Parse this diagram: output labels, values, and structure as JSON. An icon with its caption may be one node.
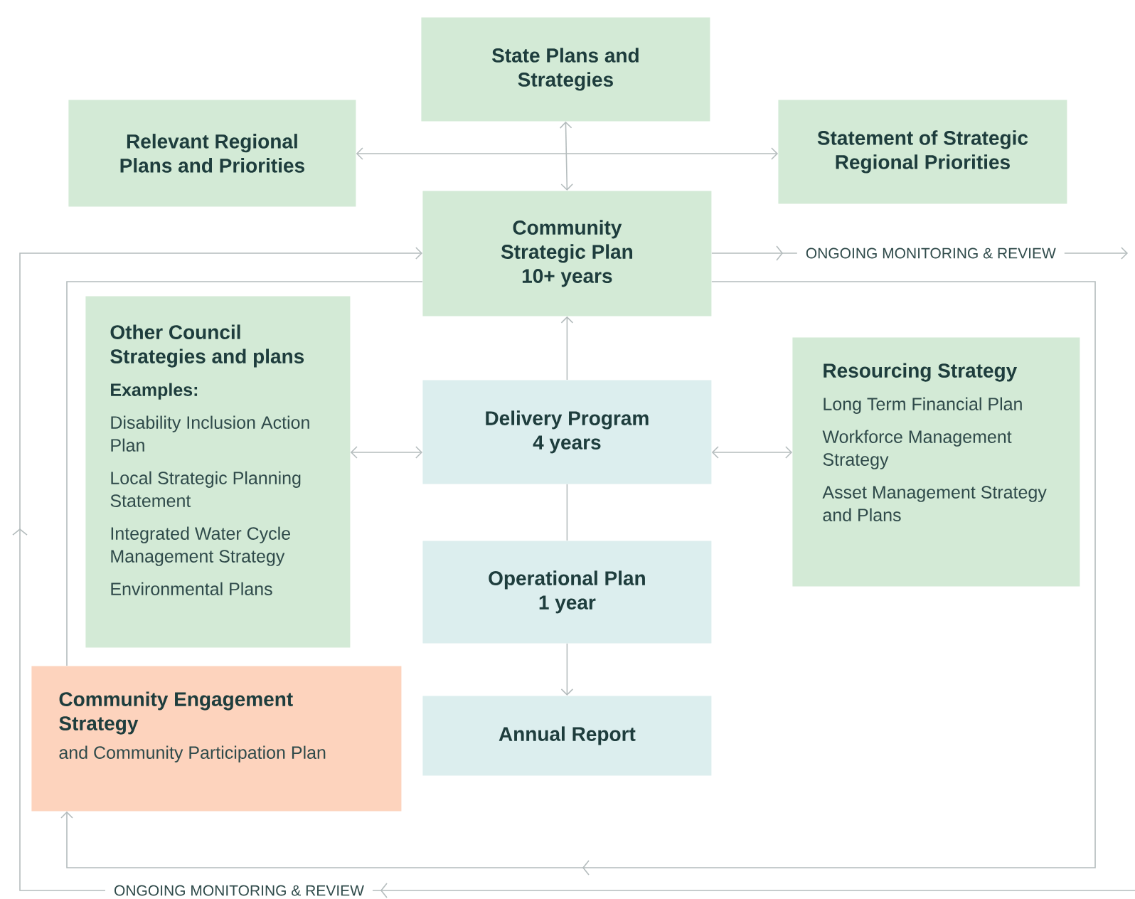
{
  "diagram": {
    "nodes": [
      {
        "text": [
          "State Plans and Strategies"
        ]
      },
      {
        "text": [
          "Relevant Regional Plans and Priorities"
        ]
      },
      {
        "text": [
          "Statement of Strategic Regional Priorities"
        ]
      },
      {
        "text": [
          "Community Strategic Plan",
          "10+ years"
        ]
      },
      {
        "text": [
          "Other Council Strategies and plans",
          "Examples:",
          "Disability Inclusion Action Plan",
          "Local Strategic Planning Statement",
          "Integrated Water Cycle Management Strategy",
          "Environmental Plans"
        ]
      },
      {
        "text": [
          "Delivery Program",
          "4 years"
        ]
      },
      {
        "text": [
          "Resourcing Strategy",
          "Long Term Financial Plan",
          "Workforce Management Strategy",
          "Asset Management Strategy and Plans"
        ]
      },
      {
        "text": [
          "Operational Plan",
          "1 year"
        ]
      },
      {
        "text": [
          "Annual Report"
        ]
      },
      {
        "text": [
          "Community Engagement Strategy",
          "and Community Participation Plan"
        ]
      }
    ],
    "edges": [
      {
        "from": 0,
        "to": 3,
        "arrow": "both"
      },
      {
        "from": 1,
        "to": 2,
        "arrow": "both"
      },
      {
        "from": 5,
        "to": 3,
        "arrow": "to"
      },
      {
        "from": 4,
        "to": 5,
        "arrow": "both"
      },
      {
        "from": 5,
        "to": 6,
        "arrow": "both"
      },
      {
        "from": 5,
        "to": 7,
        "arrow": "none"
      },
      {
        "from": 7,
        "to": 8,
        "arrow": "to"
      },
      {
        "from": 3,
        "to": 9,
        "arrow": "to"
      },
      {
        "from": 9,
        "to": 3,
        "arrow": "none"
      },
      {
        "from": 3,
        "to": null,
        "arrow": "to",
        "label": "ONGOING MONITORING & REVIEW"
      },
      {
        "from": null,
        "to": 3,
        "arrow": "to"
      }
    ],
    "labels": [
      "ONGOING MONITORING & REVIEW"
    ]
  }
}
